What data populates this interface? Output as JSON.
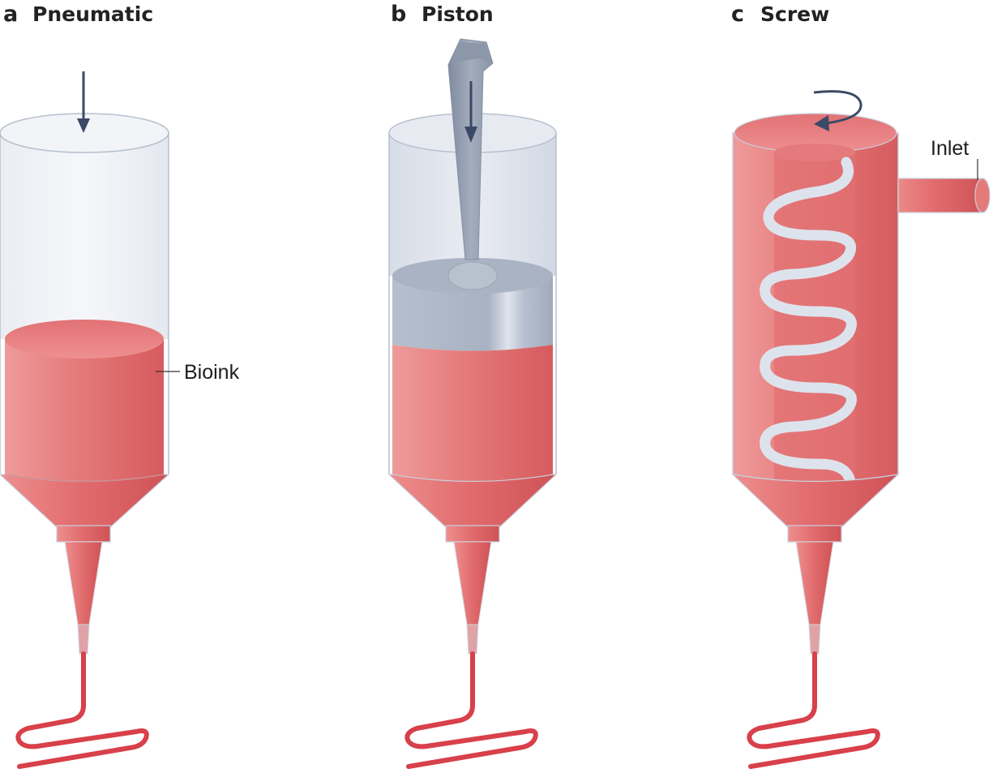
{
  "panels": [
    {
      "letter": "a",
      "title": "Pneumatic"
    },
    {
      "letter": "b",
      "title": "Piston"
    },
    {
      "letter": "c",
      "title": "Screw"
    }
  ],
  "labels": {
    "bioink": "Bioink",
    "inlet": "Inlet"
  },
  "colors": {
    "bioink": "#e06868",
    "bioink_dark": "#cf4b4e",
    "bioink_light": "#ef9a9a",
    "extrudate": "#d8404a",
    "barrel": "#eef1f6",
    "barrel_outline": "#b7c0cf",
    "piston": "#a7b2c3",
    "arrow": "#3a4a66",
    "screw": "#dde3ec"
  },
  "icons": [
    "pressure-arrow-icon",
    "rotation-arrow-icon"
  ]
}
